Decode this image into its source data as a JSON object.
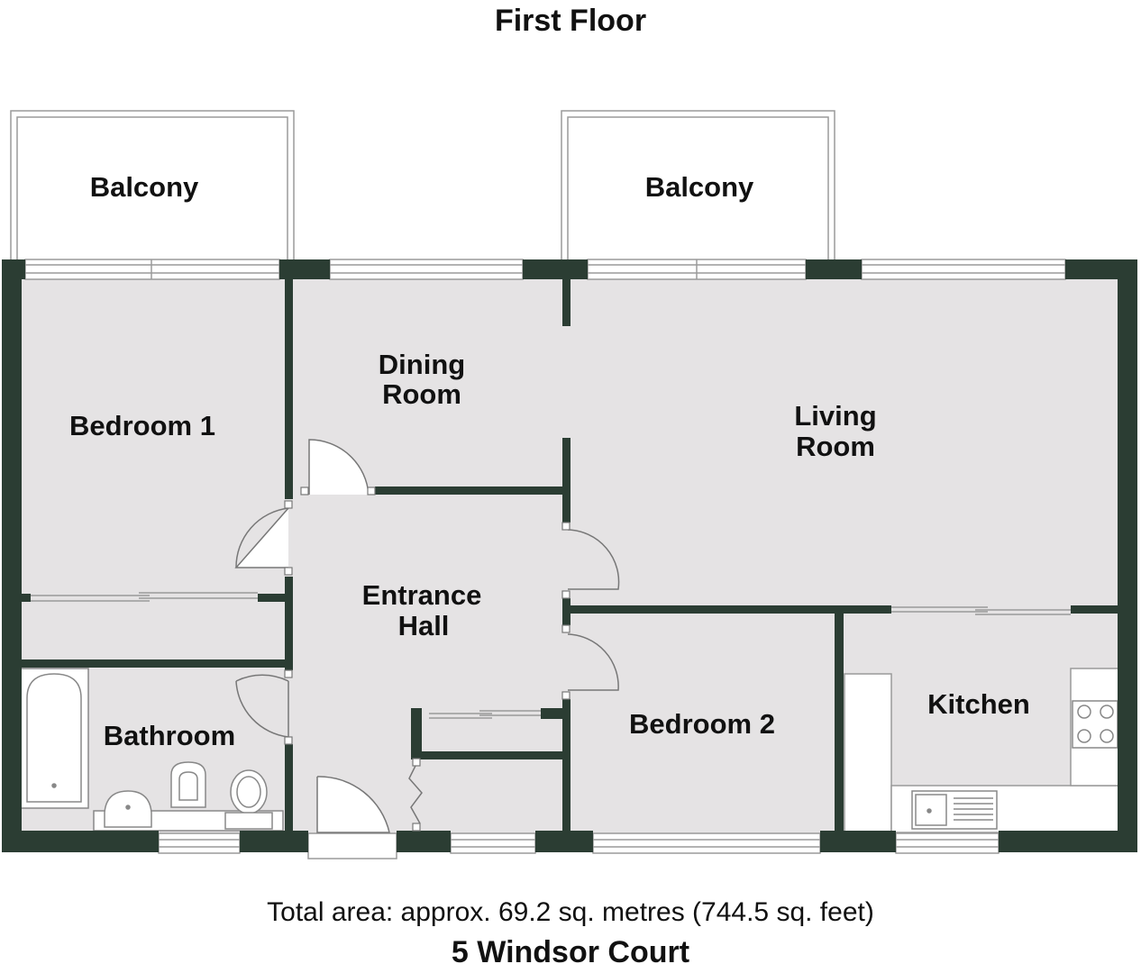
{
  "plan": {
    "title": "First Floor",
    "total_area": "Total area: approx. 69.2 sq. metres (744.5 sq. feet)",
    "address": "5 Windsor Court"
  },
  "rooms": {
    "balcony_left": "Balcony",
    "balcony_right": "Balcony",
    "bedroom1": "Bedroom 1",
    "dining_line1": "Dining",
    "dining_line2": "Room",
    "living_line1": "Living",
    "living_line2": "Room",
    "hall_line1": "Entrance",
    "hall_line2": "Hall",
    "bathroom": "Bathroom",
    "bedroom2": "Bedroom 2",
    "kitchen": "Kitchen"
  },
  "colors": {
    "wall": "#2b3d33",
    "floor": "#e5e3e4",
    "outline": "#9a9a9a"
  }
}
